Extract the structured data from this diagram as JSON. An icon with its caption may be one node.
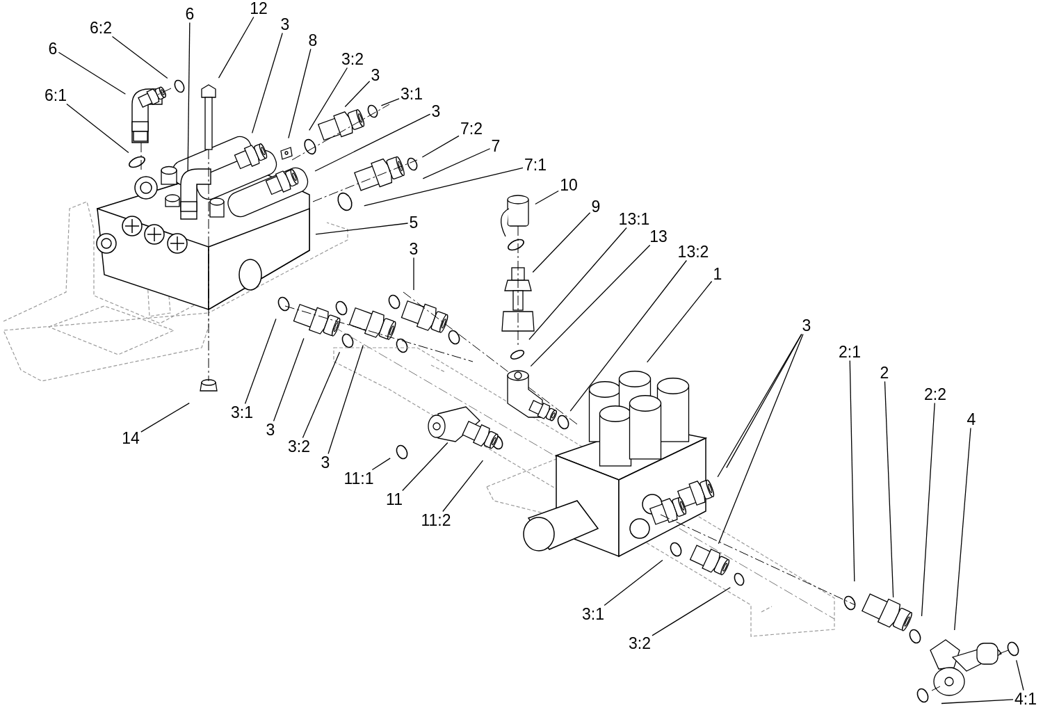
{
  "diagram": {
    "nodes": [
      {
        "text": [
          "6:2"
        ]
      },
      {
        "text": [
          "6"
        ]
      },
      {
        "text": [
          "6:1"
        ]
      },
      {
        "text": [
          "6"
        ]
      },
      {
        "text": [
          "12"
        ]
      },
      {
        "text": [
          "3"
        ]
      },
      {
        "text": [
          "8"
        ]
      },
      {
        "text": [
          "3:2"
        ]
      },
      {
        "text": [
          "3"
        ]
      },
      {
        "text": [
          "3:1"
        ]
      },
      {
        "text": [
          "3"
        ]
      },
      {
        "text": [
          "7:2"
        ]
      },
      {
        "text": [
          "7"
        ]
      },
      {
        "text": [
          "7:1"
        ]
      },
      {
        "text": [
          "10"
        ]
      },
      {
        "text": [
          "5"
        ]
      },
      {
        "text": [
          "9"
        ]
      },
      {
        "text": [
          "13:1"
        ]
      },
      {
        "text": [
          "13"
        ]
      },
      {
        "text": [
          "13:2"
        ]
      },
      {
        "text": [
          "1"
        ]
      },
      {
        "text": [
          "3"
        ]
      },
      {
        "text": [
          "3"
        ]
      },
      {
        "text": [
          "3:1"
        ]
      },
      {
        "text": [
          "3"
        ]
      },
      {
        "text": [
          "3:2"
        ]
      },
      {
        "text": [
          "3"
        ]
      },
      {
        "text": [
          "14"
        ]
      },
      {
        "text": [
          "11:1"
        ]
      },
      {
        "text": [
          "11"
        ]
      },
      {
        "text": [
          "11:2"
        ]
      },
      {
        "text": [
          "3:1"
        ]
      },
      {
        "text": [
          "3:2"
        ]
      },
      {
        "text": [
          "2:1"
        ]
      },
      {
        "text": [
          "2"
        ]
      },
      {
        "text": [
          "2:2"
        ]
      },
      {
        "text": [
          "4"
        ]
      },
      {
        "text": [
          "4:1"
        ]
      }
    ],
    "edges": [
      {
        "from": 0,
        "to": null,
        "arrow": "none"
      },
      {
        "from": 1,
        "to": null,
        "arrow": "none"
      },
      {
        "from": 2,
        "to": null,
        "arrow": "none"
      },
      {
        "from": 3,
        "to": null,
        "arrow": "none"
      },
      {
        "from": 4,
        "to": null,
        "arrow": "none"
      },
      {
        "from": 5,
        "to": null,
        "arrow": "none"
      },
      {
        "from": 6,
        "to": null,
        "arrow": "none"
      },
      {
        "from": 7,
        "to": null,
        "arrow": "none"
      },
      {
        "from": 8,
        "to": null,
        "arrow": "none"
      },
      {
        "from": 9,
        "to": null,
        "arrow": "none"
      },
      {
        "from": 10,
        "to": null,
        "arrow": "none"
      },
      {
        "from": 11,
        "to": null,
        "arrow": "none"
      },
      {
        "from": 12,
        "to": null,
        "arrow": "none"
      },
      {
        "from": 13,
        "to": null,
        "arrow": "none"
      },
      {
        "from": 14,
        "to": null,
        "arrow": "none"
      },
      {
        "from": 15,
        "to": null,
        "arrow": "none"
      },
      {
        "from": 16,
        "to": null,
        "arrow": "none"
      },
      {
        "from": 17,
        "to": null,
        "arrow": "none"
      },
      {
        "from": 18,
        "to": null,
        "arrow": "none"
      },
      {
        "from": 19,
        "to": null,
        "arrow": "none"
      },
      {
        "from": 20,
        "to": null,
        "arrow": "none"
      },
      {
        "from": 21,
        "to": null,
        "arrow": "none"
      },
      {
        "from": 22,
        "to": null,
        "arrow": "none"
      },
      {
        "from": 22,
        "to": null,
        "arrow": "none"
      },
      {
        "from": 22,
        "to": null,
        "arrow": "none"
      },
      {
        "from": 23,
        "to": null,
        "arrow": "none"
      },
      {
        "from": 24,
        "to": null,
        "arrow": "none"
      },
      {
        "from": 25,
        "to": null,
        "arrow": "none"
      },
      {
        "from": 26,
        "to": null,
        "arrow": "none"
      },
      {
        "from": 27,
        "to": null,
        "arrow": "none"
      },
      {
        "from": 28,
        "to": null,
        "arrow": "none"
      },
      {
        "from": 29,
        "to": null,
        "arrow": "none"
      },
      {
        "from": 30,
        "to": null,
        "arrow": "none"
      },
      {
        "from": 31,
        "to": null,
        "arrow": "none"
      },
      {
        "from": 32,
        "to": null,
        "arrow": "none"
      },
      {
        "from": 33,
        "to": null,
        "arrow": "none"
      },
      {
        "from": 34,
        "to": null,
        "arrow": "none"
      },
      {
        "from": 35,
        "to": null,
        "arrow": "none"
      },
      {
        "from": 36,
        "to": null,
        "arrow": "none"
      },
      {
        "from": 37,
        "to": null,
        "arrow": "none"
      },
      {
        "from": 37,
        "to": null,
        "arrow": "none"
      }
    ]
  }
}
